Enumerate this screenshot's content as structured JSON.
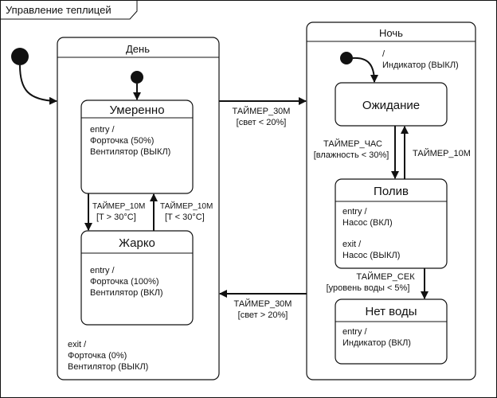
{
  "diagram": {
    "title": "Управление теплицей",
    "composite_states": {
      "day": {
        "name": "День",
        "exit_actions": [
          "exit /",
          "Форточка (0%)",
          "Вентилятор (ВЫКЛ)"
        ]
      },
      "night": {
        "name": "Ночь"
      }
    },
    "states": {
      "moderate": {
        "name": "Умеренно",
        "actions": [
          "entry /",
          "Форточка (50%)",
          "Вентилятор (ВЫКЛ)"
        ]
      },
      "hot": {
        "name": "Жарко",
        "actions": [
          "entry /",
          "Форточка (100%)",
          "Вентилятор (ВКЛ)"
        ]
      },
      "waiting": {
        "name": "Ожидание"
      },
      "watering": {
        "name": "Полив",
        "actions": [
          "entry /",
          "Насос (ВКЛ)",
          "",
          "exit /",
          "Насос (ВЫКЛ)"
        ]
      },
      "no_water": {
        "name": "Нет воды",
        "actions": [
          "entry /",
          "Индикатор (ВКЛ)"
        ]
      }
    },
    "transitions": {
      "night_initial": [
        "/",
        "Индикатор (ВЫКЛ)"
      ],
      "day_to_night": [
        "ТАЙМЕР_30М",
        "[свет < 20%]"
      ],
      "night_to_day": [
        "ТАЙМЕР_30М",
        "[свет > 20%]"
      ],
      "moderate_to_hot": [
        "ТАЙМЕР_10М",
        "[T > 30°C]"
      ],
      "hot_to_moderate": [
        "ТАЙМЕР_10М",
        "[T < 30°C]"
      ],
      "waiting_to_watering": [
        "ТАЙМЕР_ЧАС",
        "[влажность < 30%]"
      ],
      "watering_to_waiting": [
        "ТАЙМЕР_10М"
      ],
      "watering_to_nowater": [
        "ТАЙМЕР_СЕК",
        "[уровень воды < 5%]"
      ]
    }
  }
}
